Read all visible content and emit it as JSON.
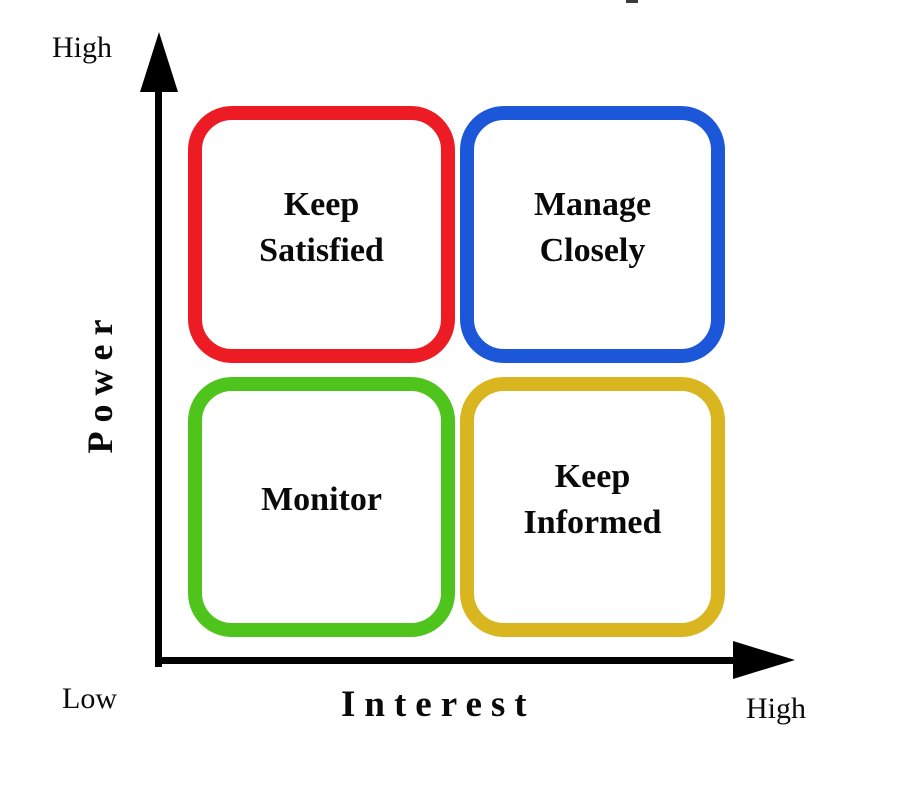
{
  "diagram": {
    "type": "power-interest-matrix"
  },
  "axes": {
    "y_label": "Power",
    "y_high": "High",
    "y_low": "Low",
    "x_label": "Interest",
    "x_high": "High"
  },
  "colors": {
    "axis": "#000000",
    "text": "#0a0a0a",
    "quadrant_top_left": "#ED1C24",
    "quadrant_top_right": "#1B57D8",
    "quadrant_bottom_left": "#4EC41C",
    "quadrant_bottom_right": "#D9B51F"
  },
  "quadrants": [
    {
      "id": "keep-satisfied",
      "position": "top-left",
      "border_color": "#ED1C24",
      "lines": [
        "Keep",
        "Satisfied"
      ]
    },
    {
      "id": "manage-closely",
      "position": "top-right",
      "border_color": "#1B57D8",
      "lines": [
        "Manage",
        "Closely"
      ]
    },
    {
      "id": "monitor",
      "position": "bottom-left",
      "border_color": "#4EC41C",
      "lines": [
        "Monitor"
      ]
    },
    {
      "id": "keep-informed",
      "position": "bottom-right",
      "border_color": "#D9B51F",
      "lines": [
        "Keep",
        "Informed"
      ]
    }
  ]
}
